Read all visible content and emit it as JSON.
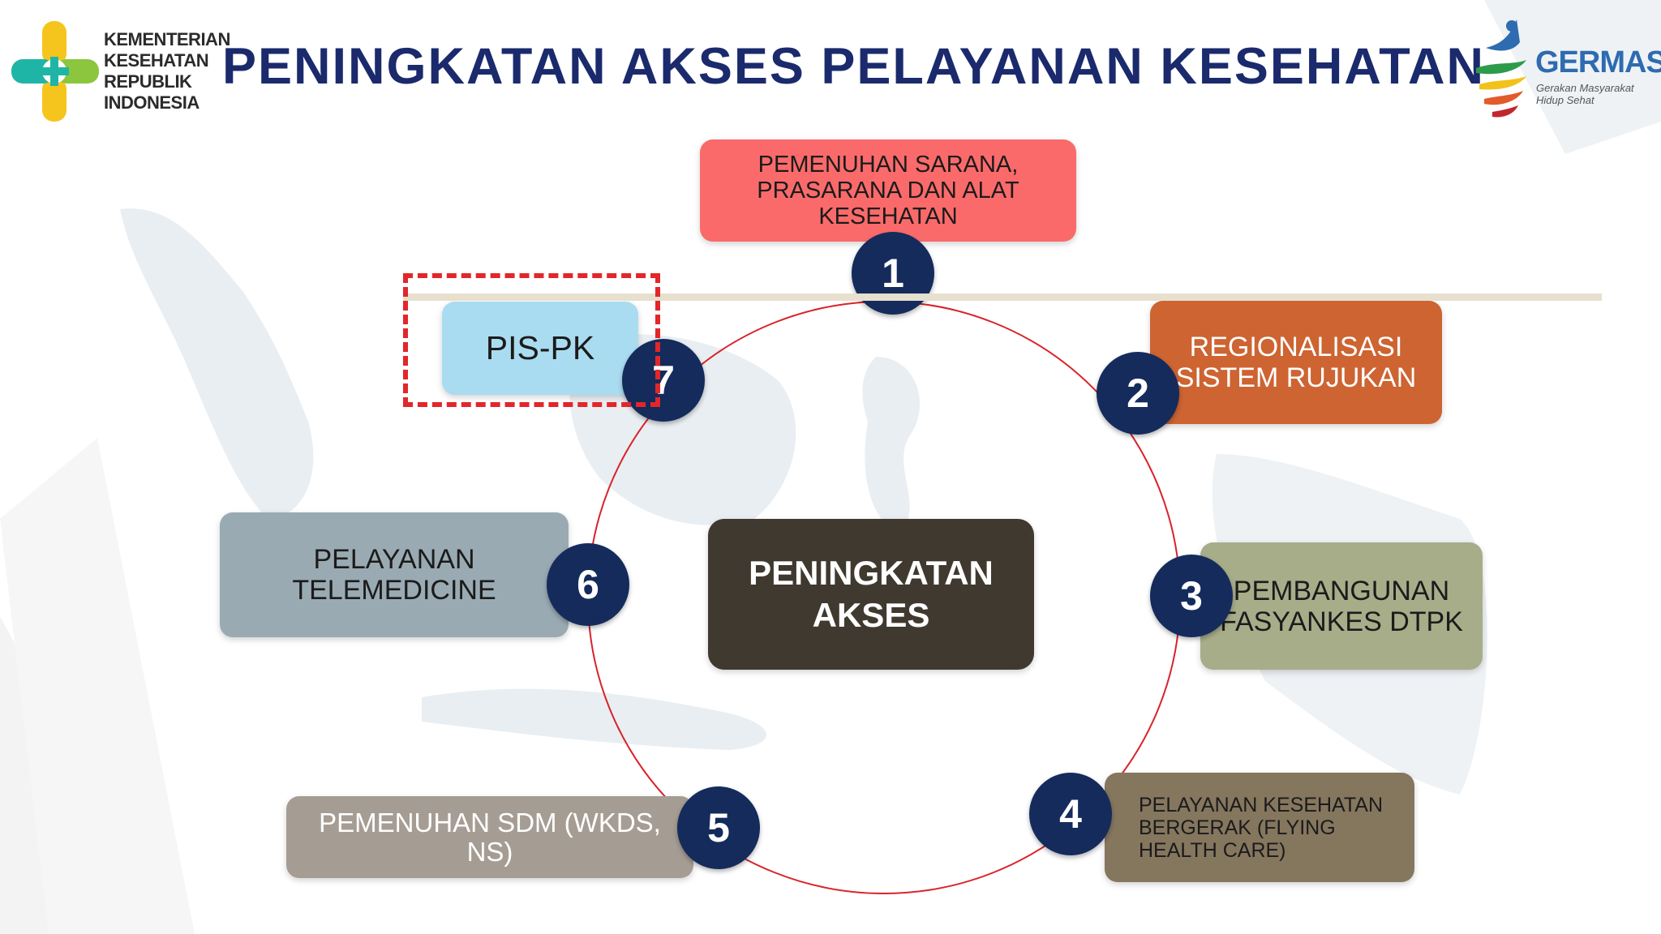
{
  "header": {
    "logo_lines": [
      "KEMENTERIAN",
      "KESEHATAN",
      "REPUBLIK",
      "INDONESIA"
    ],
    "title": "PENINGKATAN AKSES PELAYANAN KESEHATAN",
    "germas_word": "GERMAS",
    "germas_sub_lines": [
      "Gerakan Masyarakat",
      "Hidup Sehat"
    ]
  },
  "center": {
    "lines": [
      "PENINGKATAN",
      "AKSES"
    ]
  },
  "items": [
    {
      "number": "1",
      "lines": [
        "PEMENUHAN SARANA,",
        "PRASARANA DAN ALAT",
        "KESEHATAN"
      ]
    },
    {
      "number": "2",
      "lines": [
        "REGIONALISASI",
        "SISTEM RUJUKAN"
      ]
    },
    {
      "number": "3",
      "lines": [
        "PEMBANGUNAN",
        "FASYANKES DTPK"
      ]
    },
    {
      "number": "4",
      "lines": [
        "PELAYANAN KESEHATAN",
        "BERGERAK (FLYING",
        "HEALTH CARE)"
      ]
    },
    {
      "number": "5",
      "lines": [
        "PEMENUHAN SDM (WKDS,",
        "NS)"
      ]
    },
    {
      "number": "6",
      "lines": [
        "PELAYANAN",
        "TELEMEDICINE"
      ]
    },
    {
      "number": "7",
      "lines": [
        "PIS-PK"
      ]
    }
  ],
  "colors": {
    "title": "#1a2a6c",
    "circle": "#142b5c",
    "ring": "#d8232a",
    "highlight_dash": "#e3262a",
    "box1": "#fb6a6a",
    "box2": "#cd6431",
    "box3": "#a7ad89",
    "box4": "#85765e",
    "box5": "#a59d93",
    "box6": "#9aaab3",
    "box7": "#a9dcf0",
    "center": "#40392f"
  }
}
